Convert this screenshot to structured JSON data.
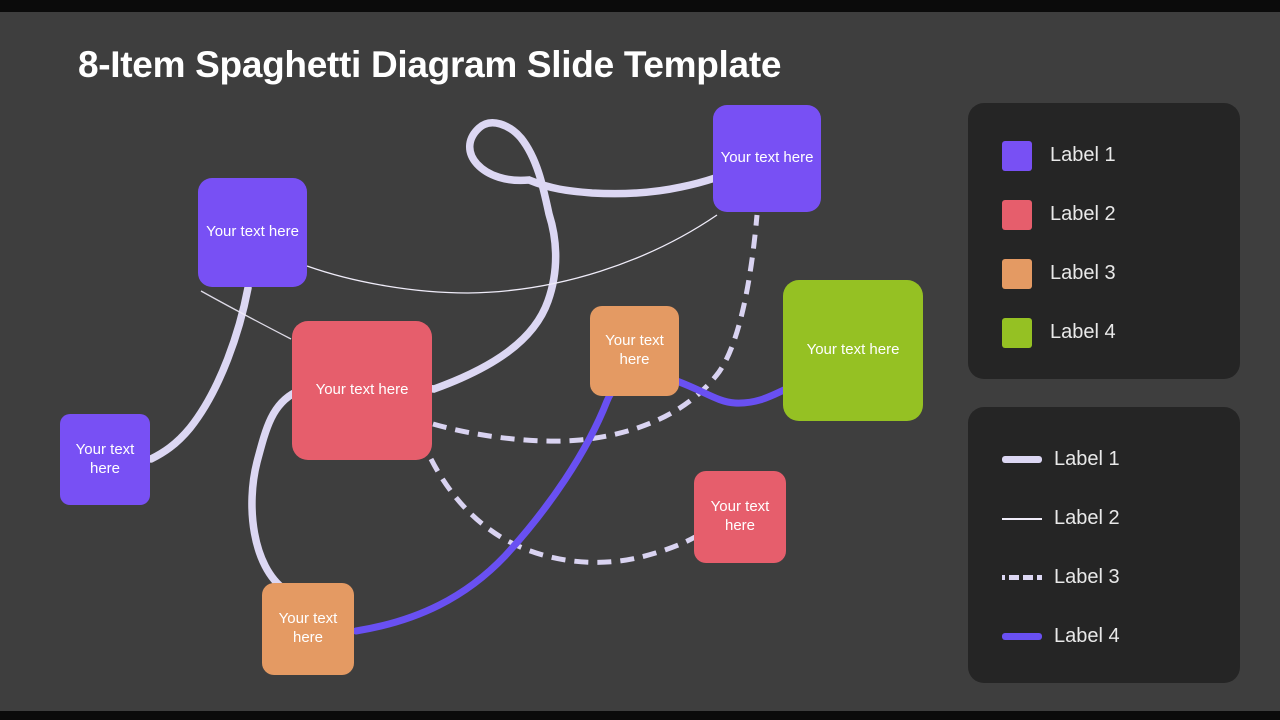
{
  "title": "8-Item Spaghetti Diagram Slide Template",
  "boxes": [
    {
      "id": "purple-top",
      "text": "Your text here",
      "color": "#7850f4"
    },
    {
      "id": "purple-left",
      "text": "Your text here",
      "color": "#7850f4"
    },
    {
      "id": "purple-small",
      "text": "Your text here",
      "color": "#7850f4"
    },
    {
      "id": "red-large",
      "text": "Your text here",
      "color": "#e65e6c"
    },
    {
      "id": "orange-center",
      "text": "Your text here",
      "color": "#e49a63"
    },
    {
      "id": "green-right",
      "text": "Your text here",
      "color": "#95c123"
    },
    {
      "id": "red-small",
      "text": "Your text here",
      "color": "#e65e6c"
    },
    {
      "id": "orange-bottom",
      "text": "Your text here",
      "color": "#e49a63"
    }
  ],
  "color_legend": {
    "items": [
      {
        "label": "Label 1",
        "color": "#7850f4"
      },
      {
        "label": "Label 2",
        "color": "#e65e6c"
      },
      {
        "label": "Label 3",
        "color": "#e49a63"
      },
      {
        "label": "Label 4",
        "color": "#95c123"
      }
    ]
  },
  "line_legend": {
    "items": [
      {
        "label": "Label 1",
        "style": "thick-lavender",
        "color": "#dcd7f3"
      },
      {
        "label": "Label 2",
        "style": "thin-light",
        "color": "#efecf9"
      },
      {
        "label": "Label 3",
        "style": "dashed-lavender",
        "color": "#dcd7f3"
      },
      {
        "label": "Label 4",
        "style": "thick-purple",
        "color": "#6950f2"
      }
    ]
  },
  "colors": {
    "background": "#3e3e3e",
    "legend_panel": "#252525",
    "title_text": "#ffffff",
    "box_text": "#ffffff",
    "line_thick_lavender": "#dcd7f3",
    "line_thin_light": "#efecf9",
    "line_dashed_lavender": "#dcd7f3",
    "line_thick_purple": "#6950f2"
  }
}
